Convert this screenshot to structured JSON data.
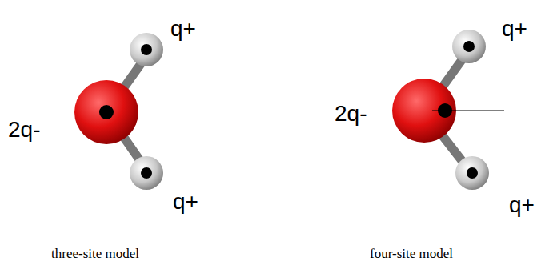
{
  "diagram": {
    "labels": [
      "q+",
      "2q-",
      "q+",
      "three-site model",
      "q+",
      "2q-",
      "q+",
      "four-site model"
    ]
  }
}
